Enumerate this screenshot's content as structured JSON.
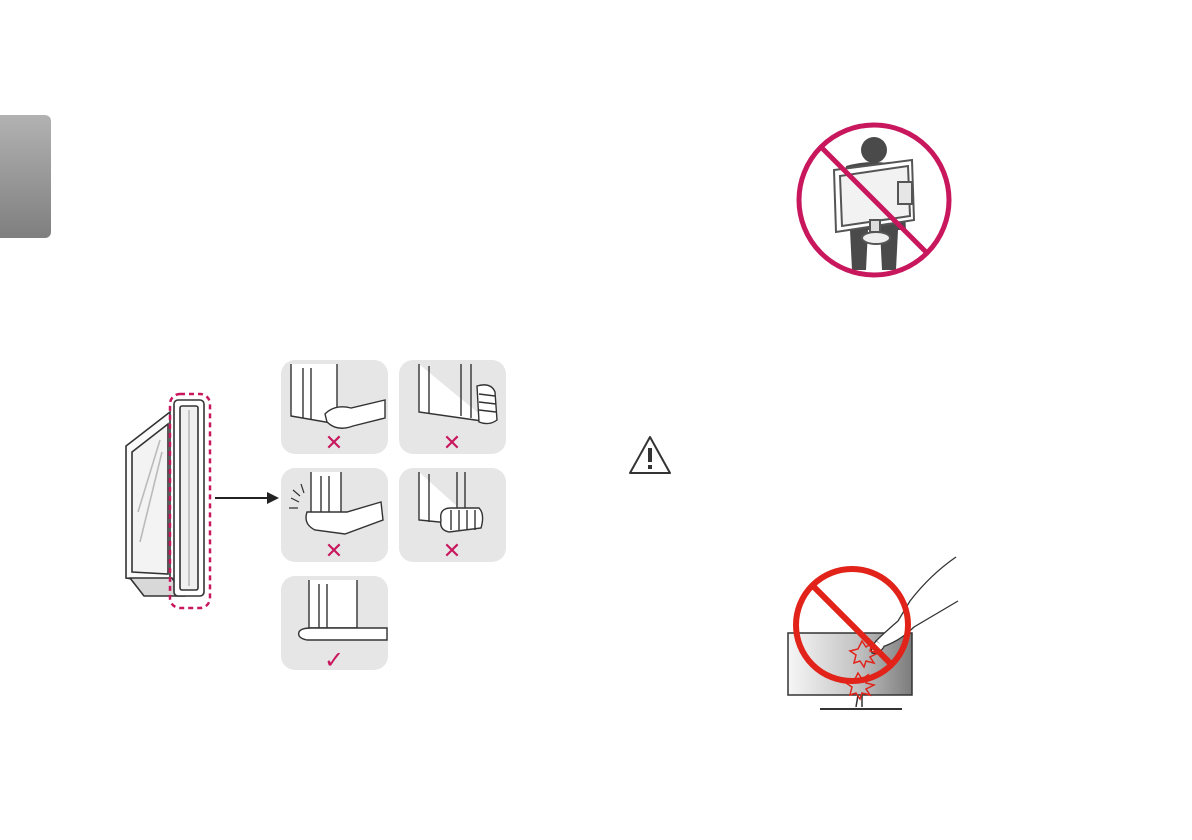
{
  "page": {
    "language_tab": {
      "color_top": "#b2b2b2",
      "color_bottom": "#7f7f7f"
    }
  },
  "illustrations": {
    "panel_color": "#e6e6e6",
    "mark_color": "#c8175d",
    "grips": [
      {
        "name": "grip-under-bezel-palm",
        "verdict": "wrong",
        "mark": "✕"
      },
      {
        "name": "grip-side-fist",
        "verdict": "wrong",
        "mark": "✕"
      },
      {
        "name": "grip-under-bezel-squeeze",
        "verdict": "wrong",
        "mark": "✕"
      },
      {
        "name": "grip-side-fingers",
        "verdict": "wrong",
        "mark": "✕"
      },
      {
        "name": "grip-bottom-flat-palm",
        "verdict": "correct",
        "mark": "✓"
      }
    ],
    "icons": [
      "prohibition-icon",
      "caution-triangle-icon",
      "warning-burst-icon"
    ]
  }
}
